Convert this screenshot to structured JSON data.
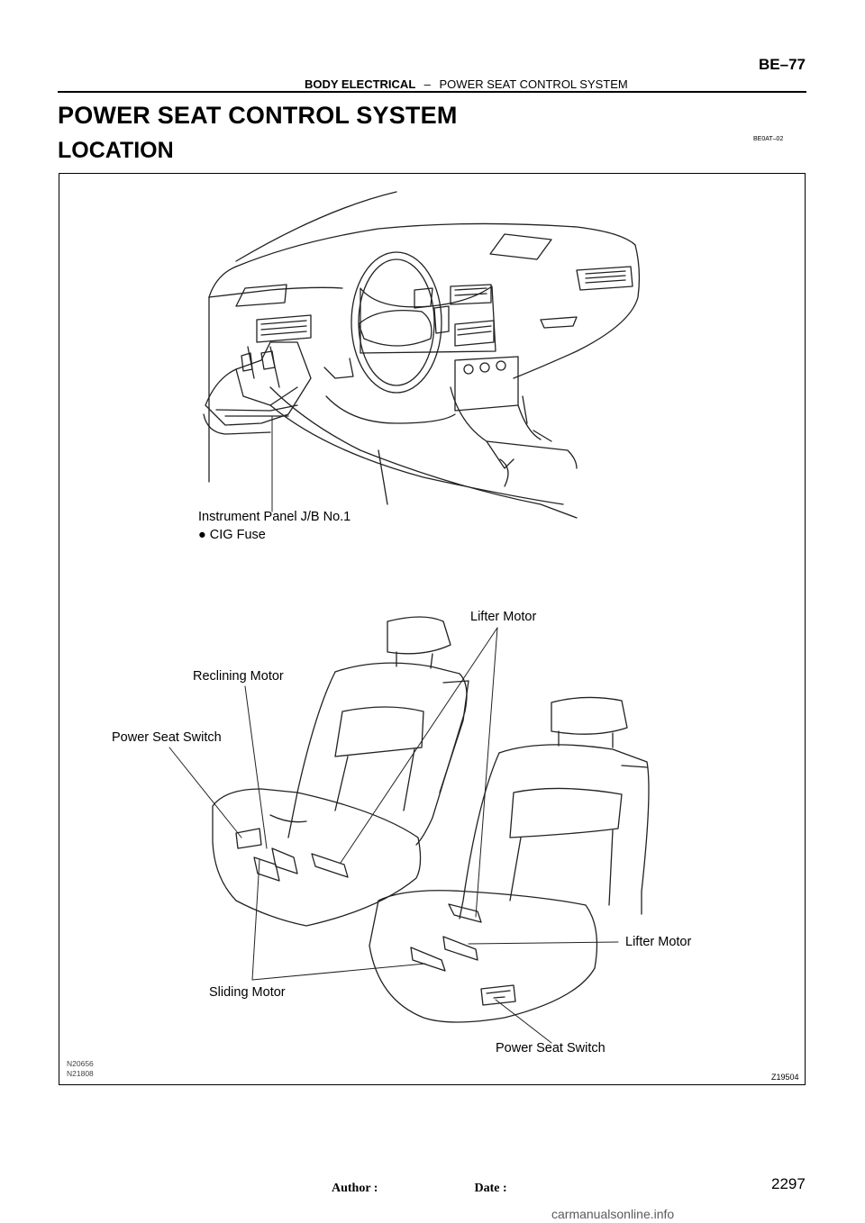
{
  "header": {
    "section": "BODY ELECTRICAL",
    "separator": "–",
    "subsection": "POWER SEAT CONTROL SYSTEM",
    "page_code": "BE–77"
  },
  "title": "POWER SEAT CONTROL SYSTEM",
  "subtitle": "LOCATION",
  "doc_id": "BE0AT–02",
  "figure": {
    "labels": {
      "jb": "Instrument Panel J/B No.1",
      "fuse": "● CIG Fuse",
      "lifter_top": "Lifter Motor",
      "reclining": "Reclining Motor",
      "switch_left": "Power Seat Switch",
      "lifter_right": "Lifter Motor",
      "sliding": "Sliding Motor",
      "switch_bottom": "Power Seat Switch"
    },
    "codes": [
      "N20656",
      "N21808"
    ],
    "figure_id": "Z19504"
  },
  "footer": {
    "author_label": "Author :",
    "date_label": "Date :",
    "page_number": "2297"
  },
  "watermark": "carmanualsonline.info"
}
